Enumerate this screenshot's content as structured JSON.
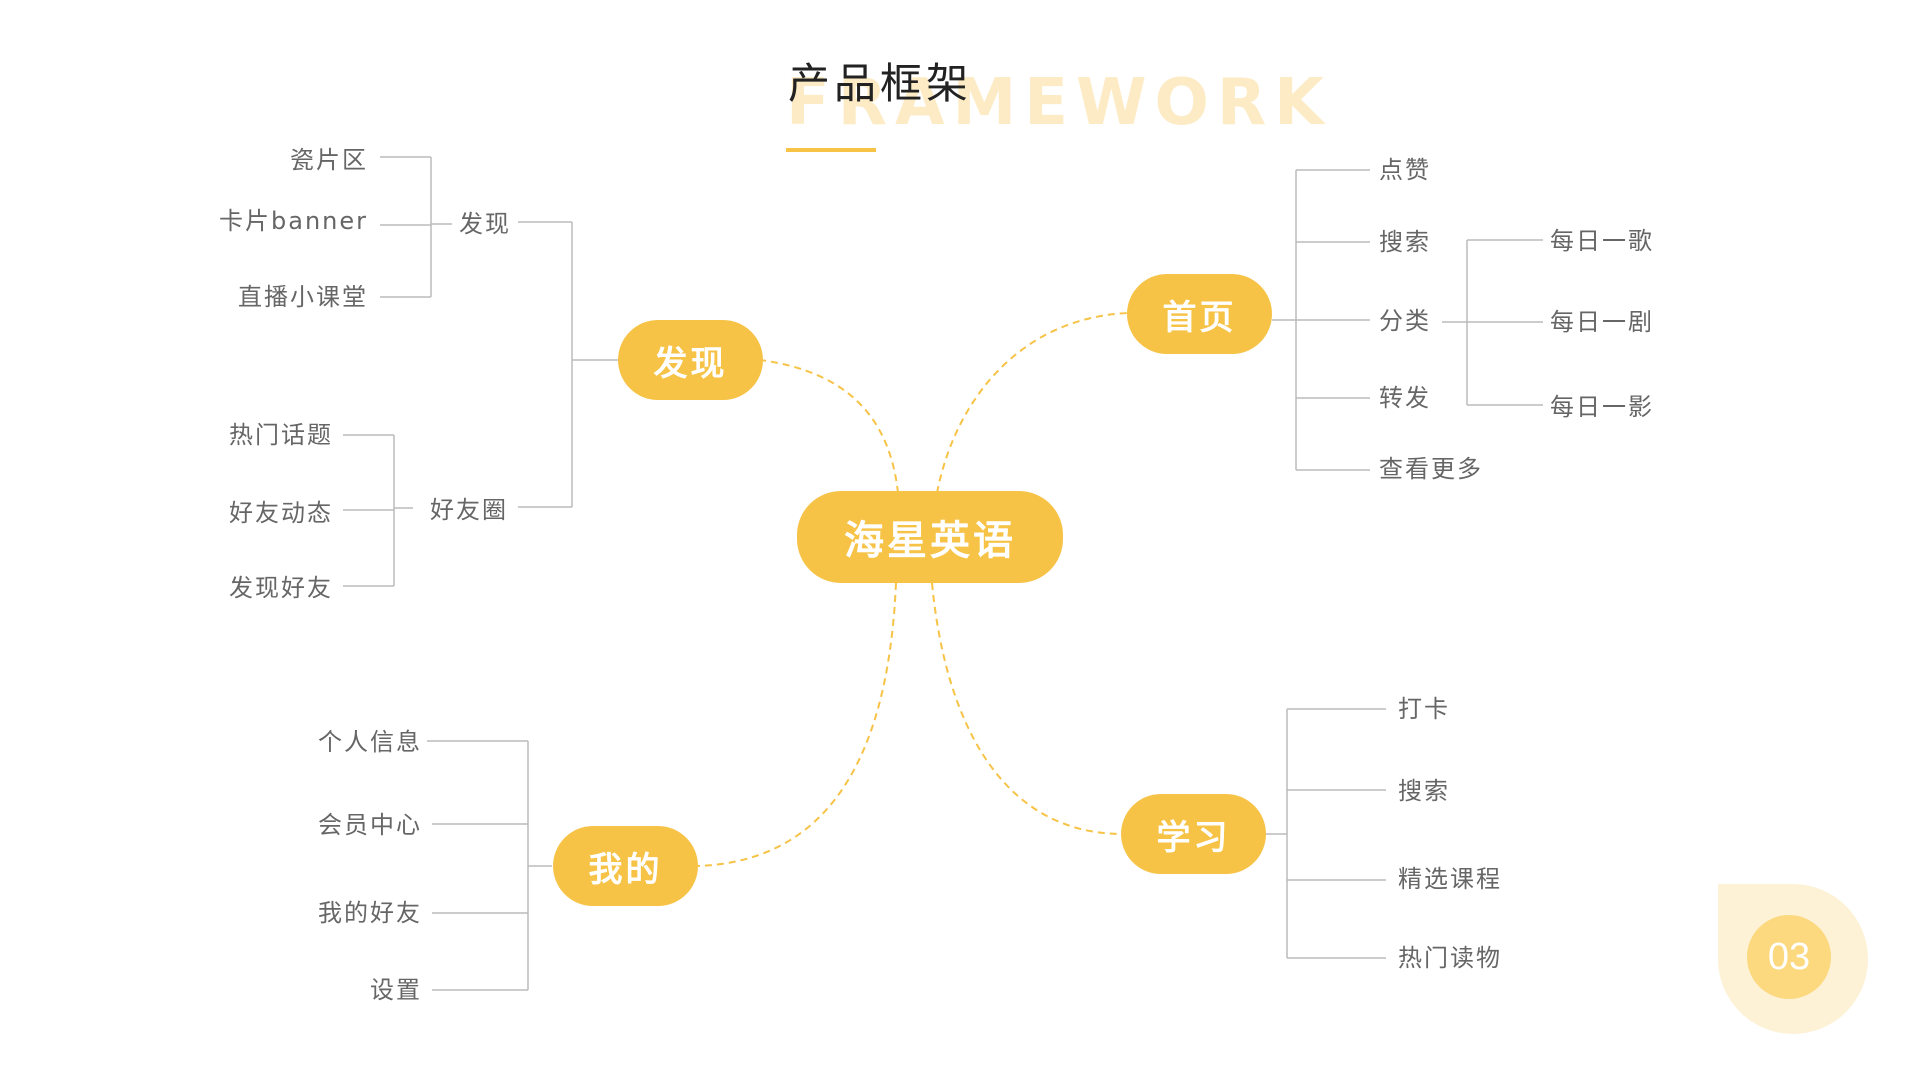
{
  "header": {
    "title_cn": "产品框架",
    "title_en": "FRAMEWORK"
  },
  "center": {
    "label": "海星英语"
  },
  "branches": {
    "faxian": {
      "label": "发现",
      "subgroups": [
        {
          "label": "发现",
          "items": [
            "瓷片区",
            "卡片banner",
            "直播小课堂"
          ]
        },
        {
          "label": "好友圈",
          "items": [
            "热门话题",
            "好友动态",
            "发现好友"
          ]
        }
      ]
    },
    "shouye": {
      "label": "首页",
      "items": [
        "点赞",
        "搜索",
        "分类",
        "转发",
        "查看更多"
      ],
      "fenlei_items": [
        "每日一歌",
        "每日一剧",
        "每日一影"
      ]
    },
    "wode": {
      "label": "我的",
      "items": [
        "个人信息",
        "会员中心",
        "我的好友",
        "设置"
      ]
    },
    "xuexi": {
      "label": "学习",
      "items": [
        "打卡",
        "搜索",
        "精选课程",
        "热门读物"
      ]
    }
  },
  "page_number": "03",
  "colors": {
    "accent": "#f6c347",
    "accent_light": "#fcebc4",
    "line": "#bbbbbb",
    "text": "#666666"
  }
}
